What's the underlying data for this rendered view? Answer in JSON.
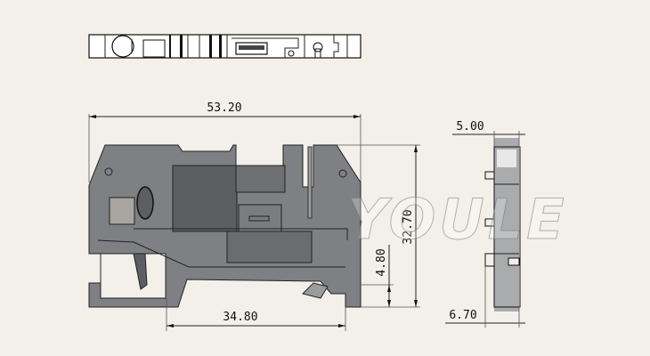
{
  "drawing": {
    "title": "terminal block dimension drawing",
    "dimensions": {
      "overall_length": "53.20",
      "rail_span": "34.80",
      "height": "32.70",
      "foot_height": "4.80",
      "top_width": "5.00",
      "base_width": "6.70"
    },
    "watermark": "YOULE",
    "colors": {
      "background": "#f3f0e9",
      "body": "#7e8083",
      "body_dark": "#5c5e61",
      "side_body": "#a9abad"
    }
  }
}
